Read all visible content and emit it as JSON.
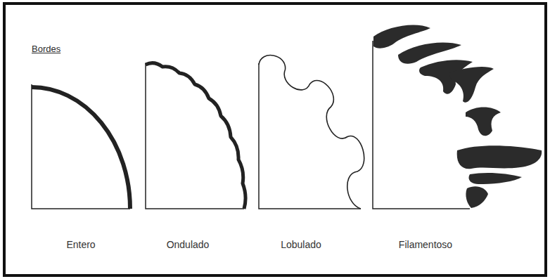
{
  "diagram": {
    "title": "Bordes",
    "labels": [
      "Entero",
      "Ondulado",
      "Lobulado",
      "Filamentoso"
    ]
  }
}
